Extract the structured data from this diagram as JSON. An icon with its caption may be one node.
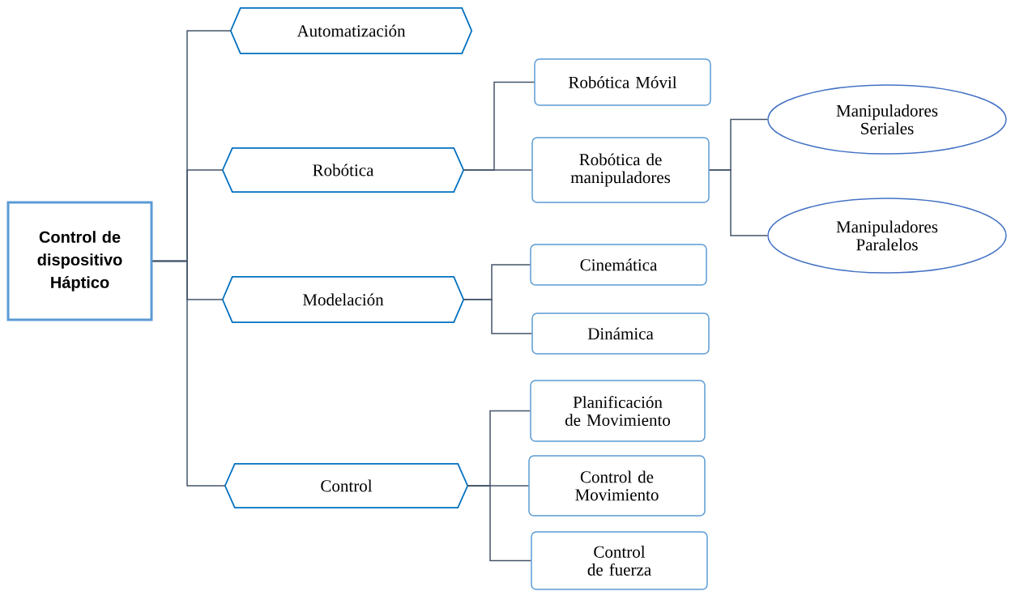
{
  "diagram": {
    "nodes": [
      {
        "text": [
          "Control de dispositivo Háptico"
        ]
      },
      {
        "text": [
          "Automatización"
        ]
      },
      {
        "text": [
          "Robótica"
        ]
      },
      {
        "text": [
          "Robótica Móvil"
        ]
      },
      {
        "text": [
          "Robótica de manipuladores"
        ]
      },
      {
        "text": [
          "Manipuladores Seriales"
        ]
      },
      {
        "text": [
          "Manipuladores Paralelos"
        ]
      },
      {
        "text": [
          "Modelación"
        ]
      },
      {
        "text": [
          "Cinemática"
        ]
      },
      {
        "text": [
          "Dinámica"
        ]
      },
      {
        "text": [
          "Control"
        ]
      },
      {
        "text": [
          "Planificación de Movimiento"
        ]
      },
      {
        "text": [
          "Control de Movimiento"
        ]
      },
      {
        "text": [
          "Control de fuerza"
        ]
      }
    ],
    "edges": [
      {
        "from": 0,
        "to": 1,
        "arrow": "none"
      },
      {
        "from": 0,
        "to": 2,
        "arrow": "none"
      },
      {
        "from": 0,
        "to": 7,
        "arrow": "none"
      },
      {
        "from": 0,
        "to": 10,
        "arrow": "none"
      },
      {
        "from": 2,
        "to": 3,
        "arrow": "none"
      },
      {
        "from": 2,
        "to": 4,
        "arrow": "none"
      },
      {
        "from": 4,
        "to": 5,
        "arrow": "none"
      },
      {
        "from": 4,
        "to": 6,
        "arrow": "none"
      },
      {
        "from": 7,
        "to": 8,
        "arrow": "none"
      },
      {
        "from": 7,
        "to": 9,
        "arrow": "none"
      },
      {
        "from": 10,
        "to": 11,
        "arrow": "none"
      },
      {
        "from": 10,
        "to": 12,
        "arrow": "none"
      },
      {
        "from": 10,
        "to": 13,
        "arrow": "none"
      }
    ]
  }
}
